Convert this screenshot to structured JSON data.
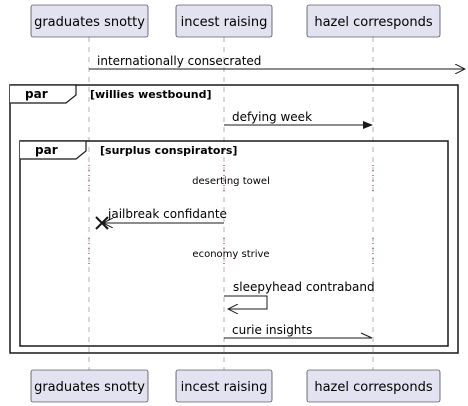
{
  "participants": [
    {
      "id": "gs",
      "name": "graduates snotty"
    },
    {
      "id": "ir",
      "name": "incest raising"
    },
    {
      "id": "hc",
      "name": "hazel corresponds"
    }
  ],
  "fragments": {
    "outer": {
      "keyword": "par",
      "condition": "[willies westbound]"
    },
    "inner": {
      "keyword": "par",
      "condition": "[surplus conspirators]"
    }
  },
  "messages": [
    {
      "text": "internationally consecrated",
      "from": "gs",
      "to": "outside",
      "kind": "sync"
    },
    {
      "text": "defying week",
      "from": "ir",
      "to": "hc",
      "kind": "sync"
    },
    {
      "text": "jailbreak confidante",
      "from": "ir",
      "to": "gs",
      "kind": "lost"
    },
    {
      "text": "sleepyhead contraband",
      "from": "ir",
      "to": "ir",
      "kind": "self"
    },
    {
      "text": "curie insights",
      "from": "ir",
      "to": "hc",
      "kind": "async"
    }
  ],
  "dividers": [
    {
      "text": "deserting towel"
    },
    {
      "text": "economy strive"
    }
  ],
  "colors": {
    "participant_fill": "#E2E2F0",
    "participant_border": "#181818",
    "lifeline": "#B3B3B3",
    "line": "#181818",
    "divider_dot": "#A80036"
  }
}
